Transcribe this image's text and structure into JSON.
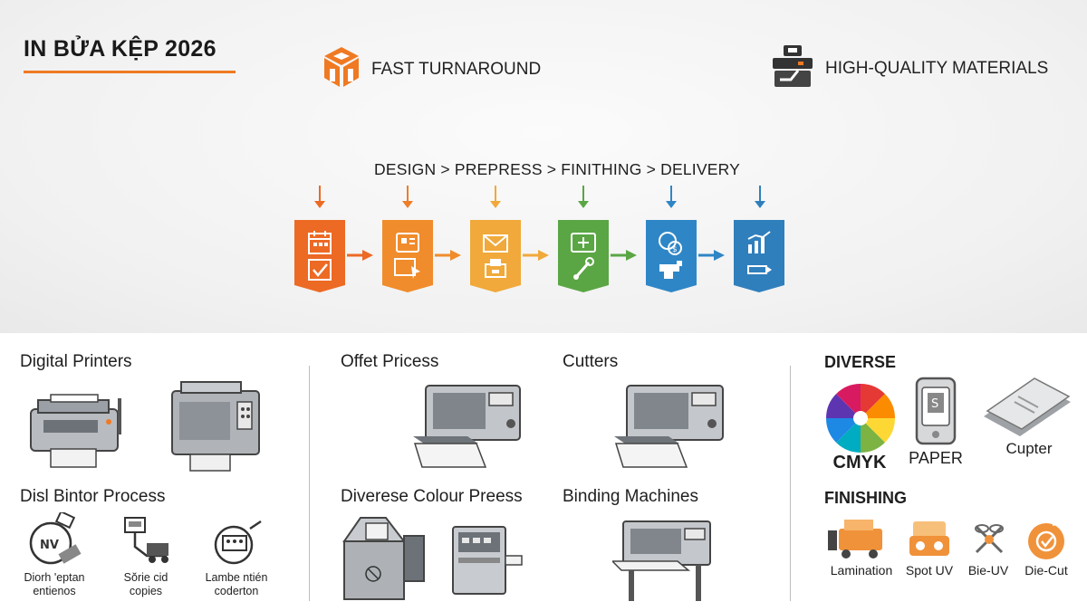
{
  "header": {
    "title": "IN BỬA KỆP 2026",
    "features": [
      {
        "icon": "box-icon",
        "label": "FAST TURNAROUND"
      },
      {
        "icon": "toolbox-icon",
        "label": "HIGH-QUALITY MATERIALS"
      }
    ]
  },
  "workflow": {
    "title": "DESIGN > PREPRESS > FINITHING > DELIVERY",
    "colors": [
      "#ec6a24",
      "#f08c2c",
      "#f0a93a",
      "#5aa644",
      "#2f86c6",
      "#2f7fbd"
    ],
    "steps": [
      {
        "icon": "calendar-check-icon"
      },
      {
        "icon": "layout-design-icon"
      },
      {
        "icon": "envelope-print-icon"
      },
      {
        "icon": "finishing-tool-icon"
      },
      {
        "icon": "payment-delivery-icon"
      },
      {
        "icon": "growth-chart-icon"
      }
    ]
  },
  "equipment": {
    "digital_printers": "Digital Printers",
    "offset_press": "Offet Pricess",
    "cutters": "Cutters",
    "bintor_process": "Disl Bintor Process",
    "colour_press": "Diverese Colour Preess",
    "binding": "Binding Machines",
    "process_items": [
      {
        "icon": "nv-stamp-icon",
        "line1": "Diorh 'eptan",
        "line2": "entienos"
      },
      {
        "icon": "copier-icon",
        "line1": "Sŏrie cid",
        "line2": "copies"
      },
      {
        "icon": "laminate-icon",
        "line1": "Lambe ntién",
        "line2": "coderton"
      }
    ]
  },
  "materials": {
    "diverse_heading": "DIVERSE",
    "items": [
      {
        "icon": "color-wheel-icon",
        "label": "CMYK"
      },
      {
        "icon": "phone-paper-icon",
        "label": "PAPER"
      },
      {
        "icon": "paper-stack-icon",
        "label": "Cupter"
      }
    ],
    "finishing_heading": "FINISHING",
    "finishing": [
      {
        "icon": "lamination-icon",
        "label": "Lamination"
      },
      {
        "icon": "spot-uv-icon",
        "label": "Spot UV"
      },
      {
        "icon": "ribbon-icon",
        "label": "Bie-UV"
      },
      {
        "icon": "die-cut-icon",
        "label": "Die-Cut"
      }
    ]
  },
  "accent": "#ef7a23"
}
